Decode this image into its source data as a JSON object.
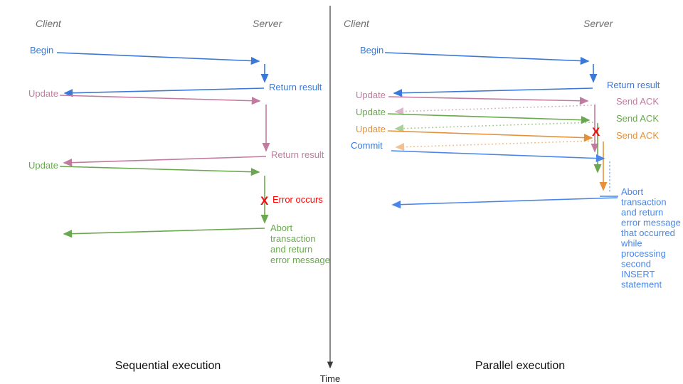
{
  "colors": {
    "blue": "#3c78d8",
    "light_blue": "#4a86e8",
    "pink": "#c27ba0",
    "green": "#6aa84f",
    "orange": "#e69138",
    "red": "#ff0000",
    "header_gray": "#6e6e6e",
    "axis_dark": "#3a3a3a"
  },
  "timeline": {
    "label": "Time"
  },
  "left": {
    "client_header": "Client",
    "server_header": "Server",
    "begin_label": "Begin",
    "return_result_blue": "Return result",
    "update_pink_label": "Update",
    "return_result_pink": "Return result",
    "update_green_label": "Update",
    "error_mark": "X",
    "error_label": "Error occurs",
    "abort_lines": [
      "Abort",
      "transaction",
      "and return",
      "error message"
    ],
    "caption": "Sequential execution"
  },
  "right": {
    "client_header": "Client",
    "server_header": "Server",
    "begin_label": "Begin",
    "return_result_blue": "Return result",
    "update_pink_label": "Update",
    "send_ack_pink": "Send ACK",
    "update_green_label": "Update",
    "send_ack_green": "Send ACK",
    "update_orange_label": "Update",
    "send_ack_orange": "Send ACK",
    "commit_label": "Commit",
    "error_mark": "X",
    "abort_lines": [
      "Abort",
      "transaction",
      "and return",
      "error message",
      "that occurred",
      "while",
      "processing",
      "second",
      "INSERT",
      "statement"
    ],
    "caption": "Parallel execution"
  }
}
